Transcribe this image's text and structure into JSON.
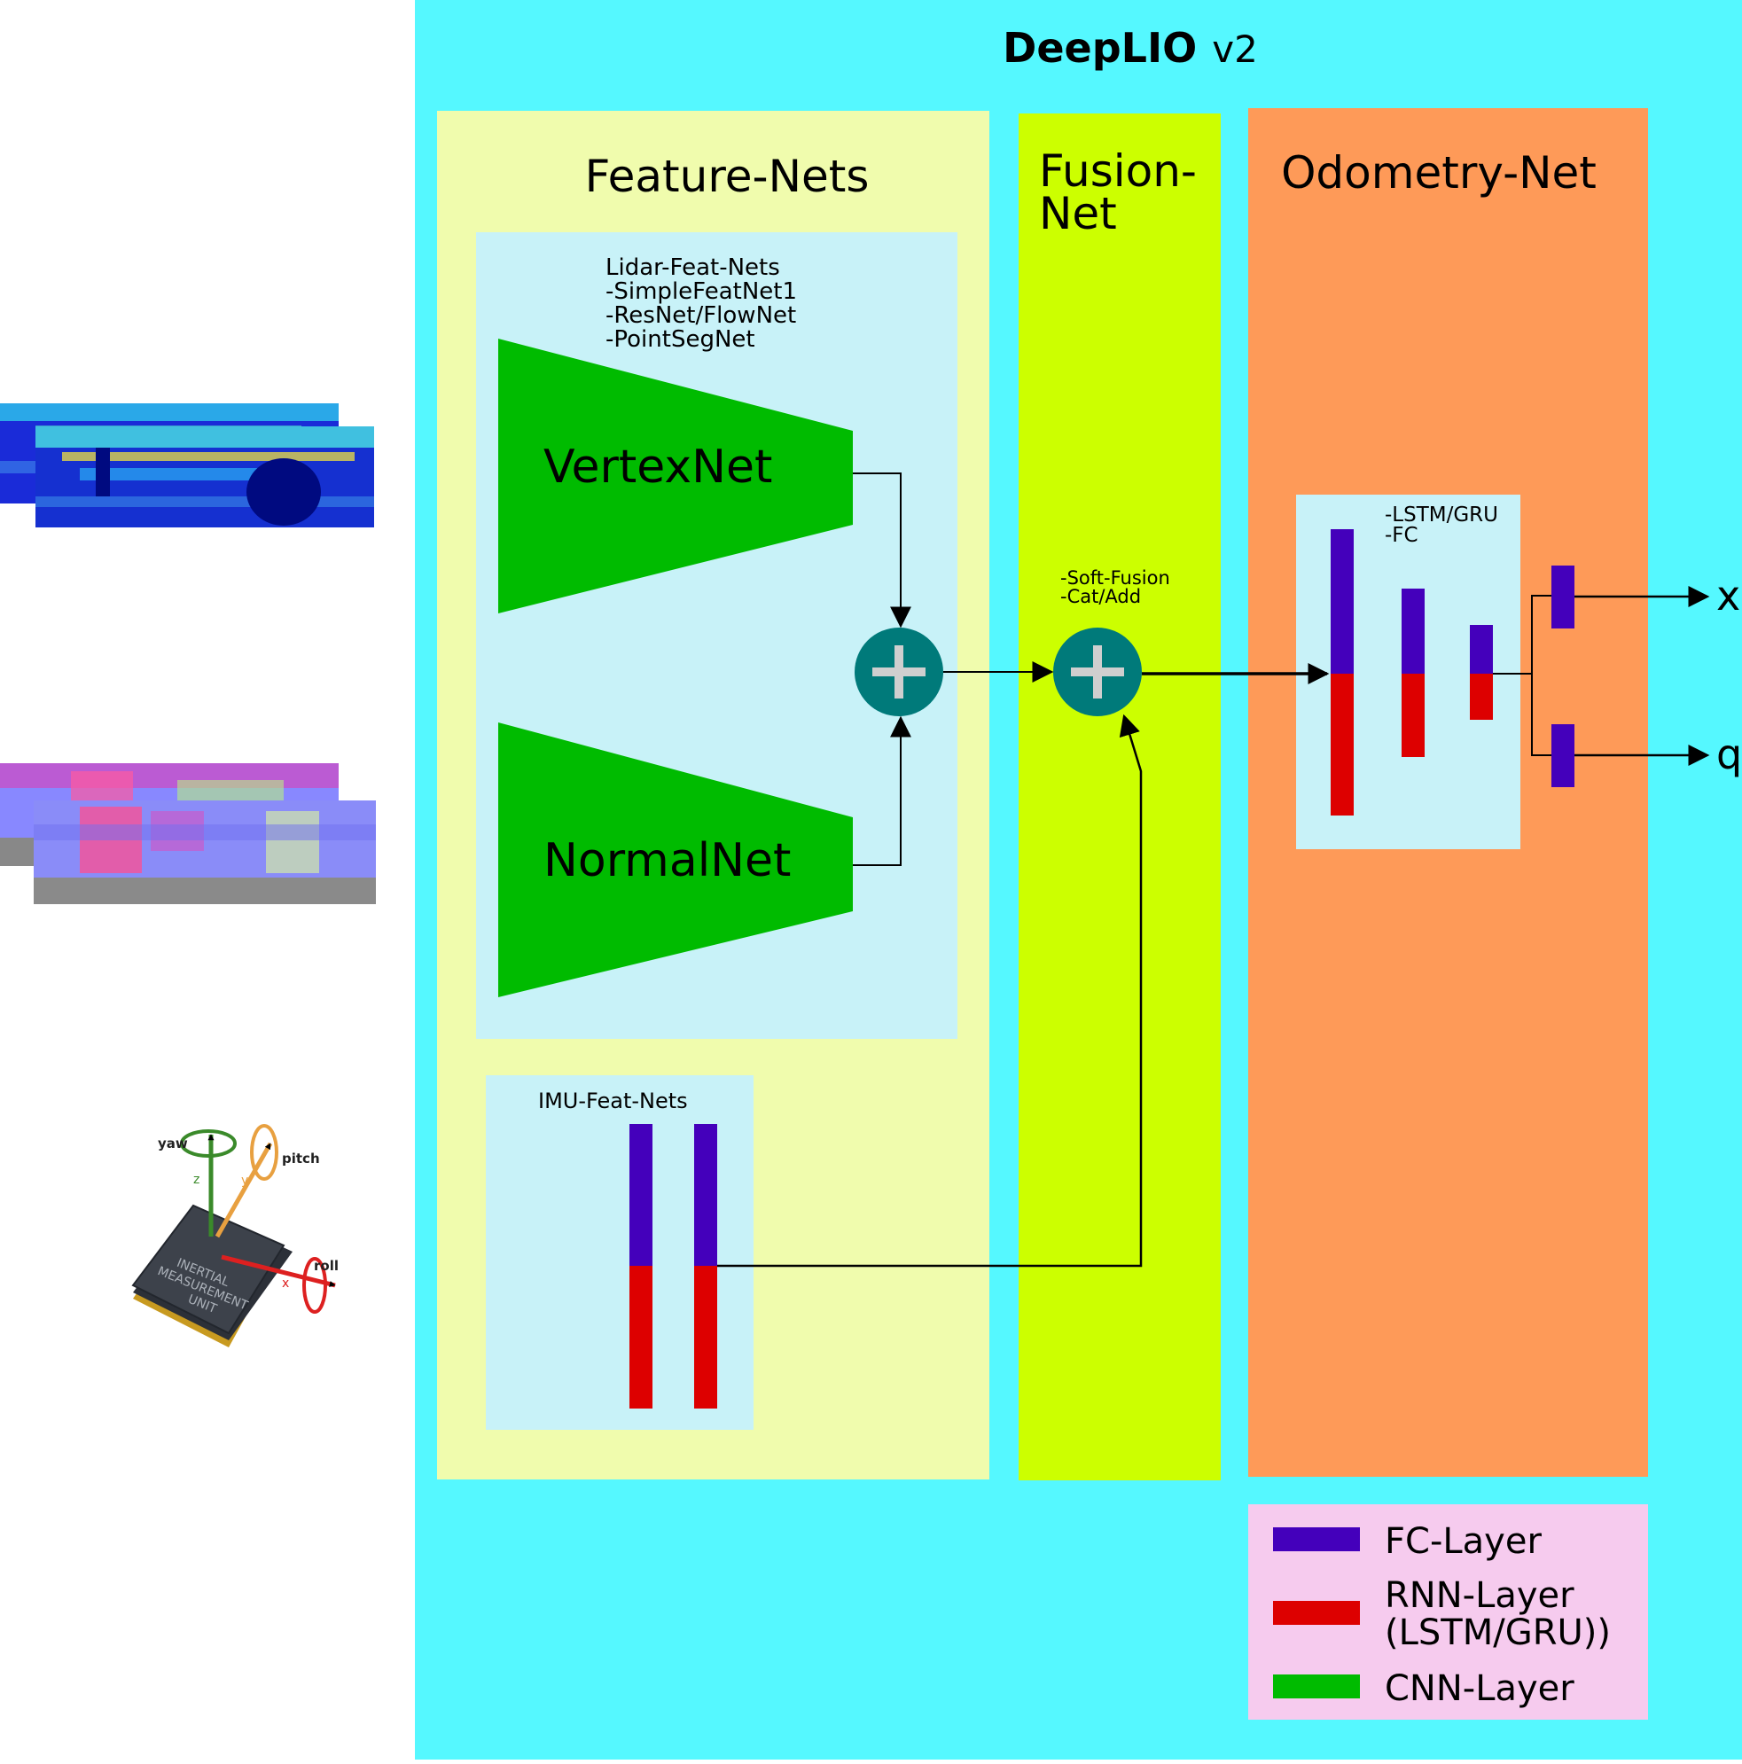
{
  "title": {
    "main": "DeepLIO",
    "version": "v2"
  },
  "feature_nets": {
    "title": "Feature-Nets",
    "lidar": {
      "lines": [
        "Lidar-Feat-Nets",
        "-SimpleFeatNet1",
        "-ResNet/FlowNet",
        "-PointSegNet"
      ],
      "vertex_label": "VertexNet",
      "normal_label": "NormalNet"
    },
    "imu": {
      "title": "IMU-Feat-Nets"
    }
  },
  "fusion_net": {
    "title_lines": [
      "Fusion-",
      "Net"
    ],
    "options": [
      "-Soft-Fusion",
      "-Cat/Add"
    ]
  },
  "odometry_net": {
    "title": "Odometry-Net",
    "options": [
      "-LSTM/GRU",
      "-FC"
    ],
    "outputs": [
      "x",
      "q"
    ]
  },
  "imu_picture": {
    "axes": [
      "yaw",
      "pitch",
      "roll",
      "z",
      "y",
      "x"
    ],
    "chip_lines": [
      "INERTIAL",
      "MEASUREMENT",
      "UNIT"
    ]
  },
  "legend": {
    "items": [
      {
        "lines": [
          "FC-Layer"
        ],
        "color": "#4400bb"
      },
      {
        "lines": [
          "RNN-Layer",
          "(LSTM/GRU))"
        ],
        "color": "#dd0000"
      },
      {
        "lines": [
          "CNN-Layer"
        ],
        "color": "#00bb00"
      }
    ]
  },
  "colors": {
    "outer_bg": "#55f8ff",
    "feature_panel": "#f0fcad",
    "lidar_panel": "#c8f2f8",
    "fusion_panel": "#ccff00",
    "odometry_panel": "#fe9a58",
    "legend_panel": "#f6cbee",
    "cnn": "#00bb00",
    "fc": "#4400bb",
    "rnn": "#dd0000",
    "plus_node": "#007a7a"
  }
}
